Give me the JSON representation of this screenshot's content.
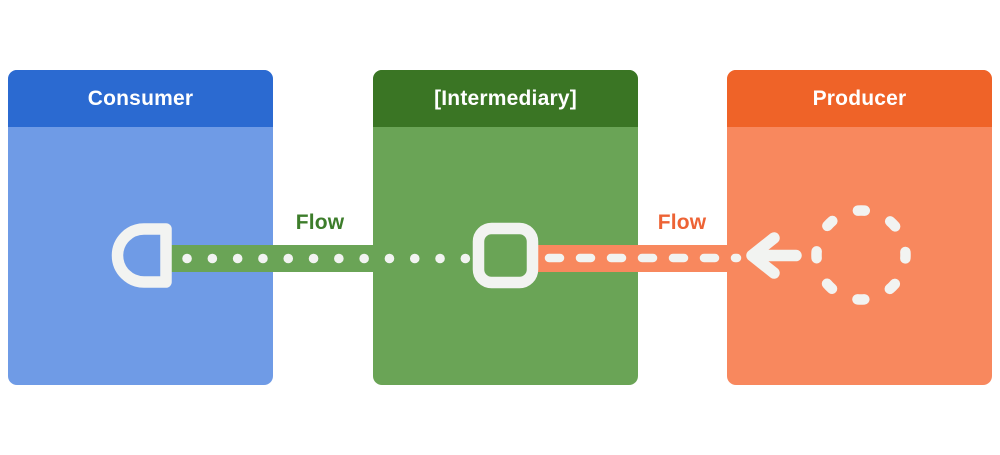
{
  "diagram": {
    "background_color": "#ffffff",
    "icon_color": "#f2f3f1",
    "nodes": [
      {
        "label": "Consumer",
        "header_color": "#2b6ad1",
        "body_color": "#6f9be6",
        "icon": "consumer-endpoint-icon"
      },
      {
        "label": "[Intermediary]",
        "header_color": "#3a7524",
        "body_color": "#6aa456",
        "icon": "intermediary-queue-icon"
      },
      {
        "label": "Producer",
        "header_color": "#ef6328",
        "body_color": "#f8885e",
        "icon": "producer-dashed-circle-icon"
      }
    ],
    "flows": [
      {
        "label": "Flow",
        "label_color": "#3d7d2b",
        "band_color": "#6aa456",
        "pattern": "dotted",
        "from": "[Intermediary]",
        "to": "Consumer"
      },
      {
        "label": "Flow",
        "label_color": "#ed6335",
        "band_color": "#f8885e",
        "pattern": "dashed",
        "from": "Producer",
        "to": "[Intermediary]"
      }
    ]
  }
}
